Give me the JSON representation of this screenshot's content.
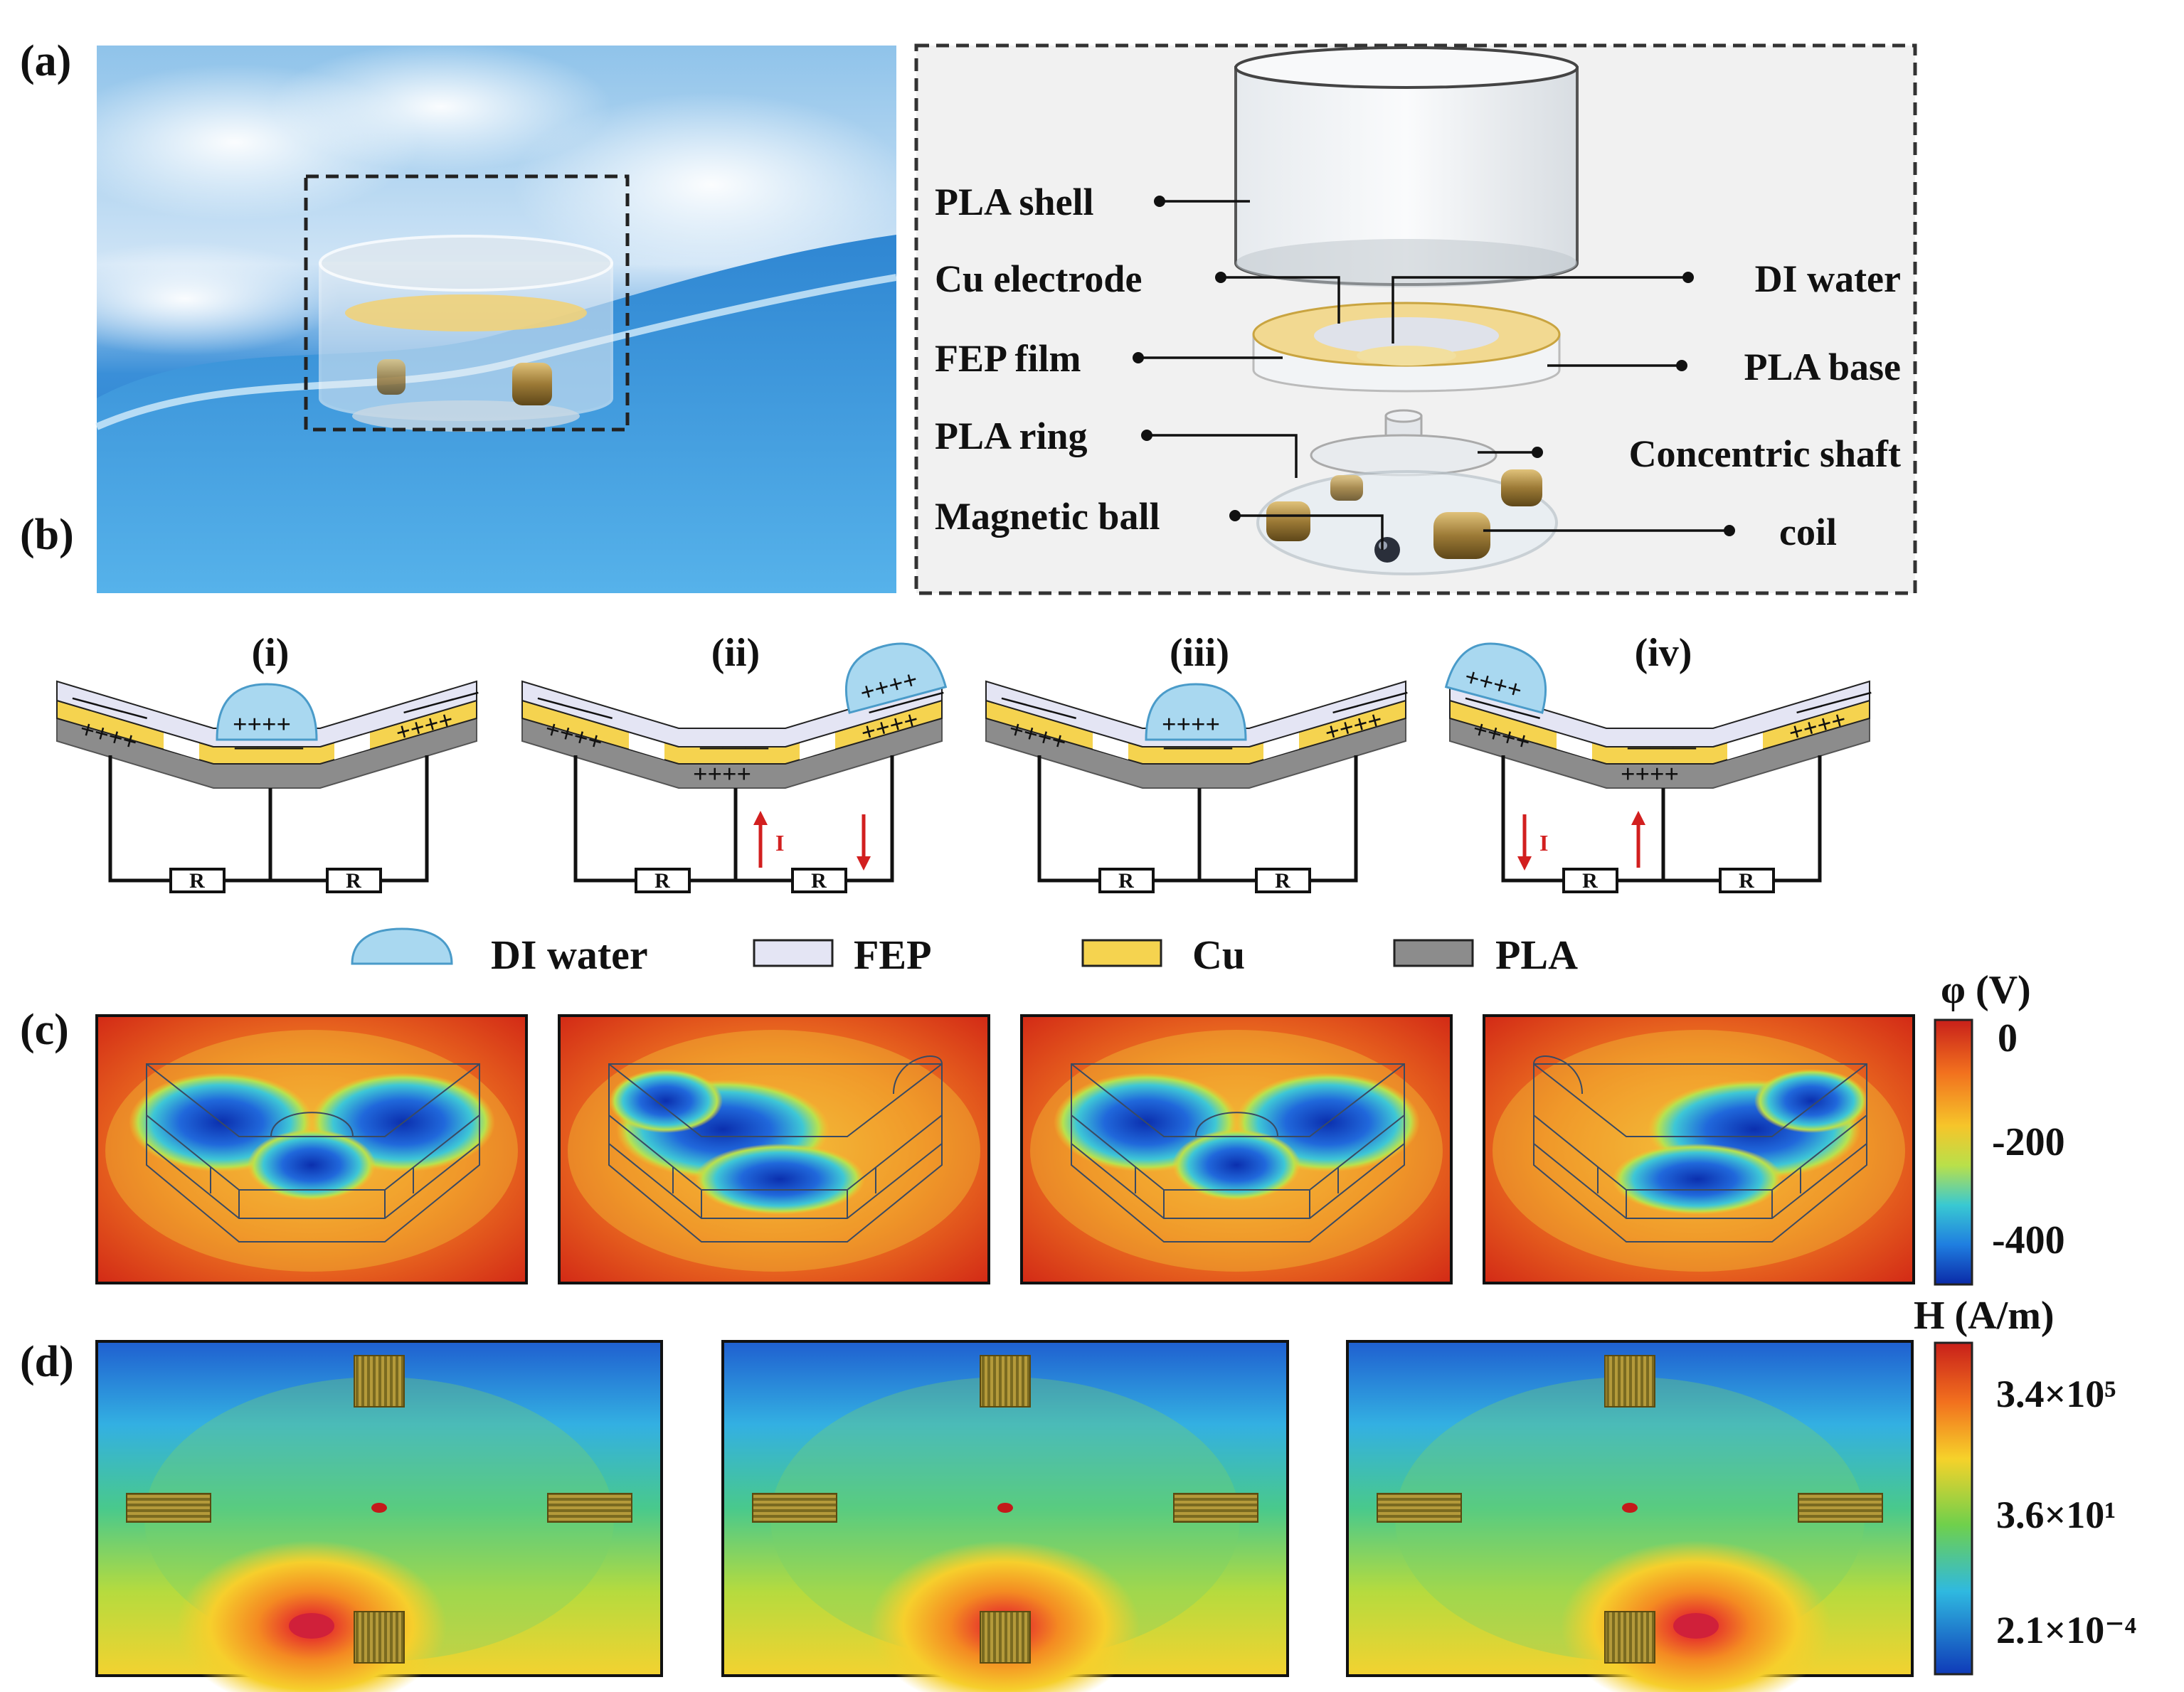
{
  "panel_labels": {
    "a": "(a)",
    "b": "(b)",
    "c": "(c)",
    "d": "(d)"
  },
  "exploded_view": {
    "left_labels": [
      "PLA shell",
      "Cu electrode",
      "FEP film",
      "PLA ring",
      "Magnetic ball"
    ],
    "right_labels": [
      "DI water",
      "PLA base",
      "Concentric shaft",
      "coil"
    ]
  },
  "stages": [
    {
      "roman": "(i)",
      "water_position": "center"
    },
    {
      "roman": "(ii)",
      "water_position": "right"
    },
    {
      "roman": "(iii)",
      "water_position": "center"
    },
    {
      "roman": "(iv)",
      "water_position": "left"
    }
  ],
  "circuit": {
    "resistor_label": "R",
    "current_label": "I",
    "plus_charges": "++++",
    "minus_charges": "———"
  },
  "legend": [
    {
      "name": "DI water",
      "color": "#a9d8f0"
    },
    {
      "name": "FEP",
      "color": "#e4e5f4"
    },
    {
      "name": "Cu",
      "color": "#f5d34f"
    },
    {
      "name": "PLA",
      "color": "#8c8c8c"
    }
  ],
  "potential_colorbar": {
    "title": "φ (V)",
    "ticks": [
      "0",
      "-200",
      "-400"
    ]
  },
  "field_colorbar": {
    "title": "H (A/m)",
    "ticks": [
      "3.4×10⁵",
      "3.6×10¹",
      "2.1×10⁻⁴"
    ]
  },
  "colors": {
    "hot": "#d52a14",
    "cold": "#0f3ab8",
    "accent_arrow": "#d21f1f"
  }
}
